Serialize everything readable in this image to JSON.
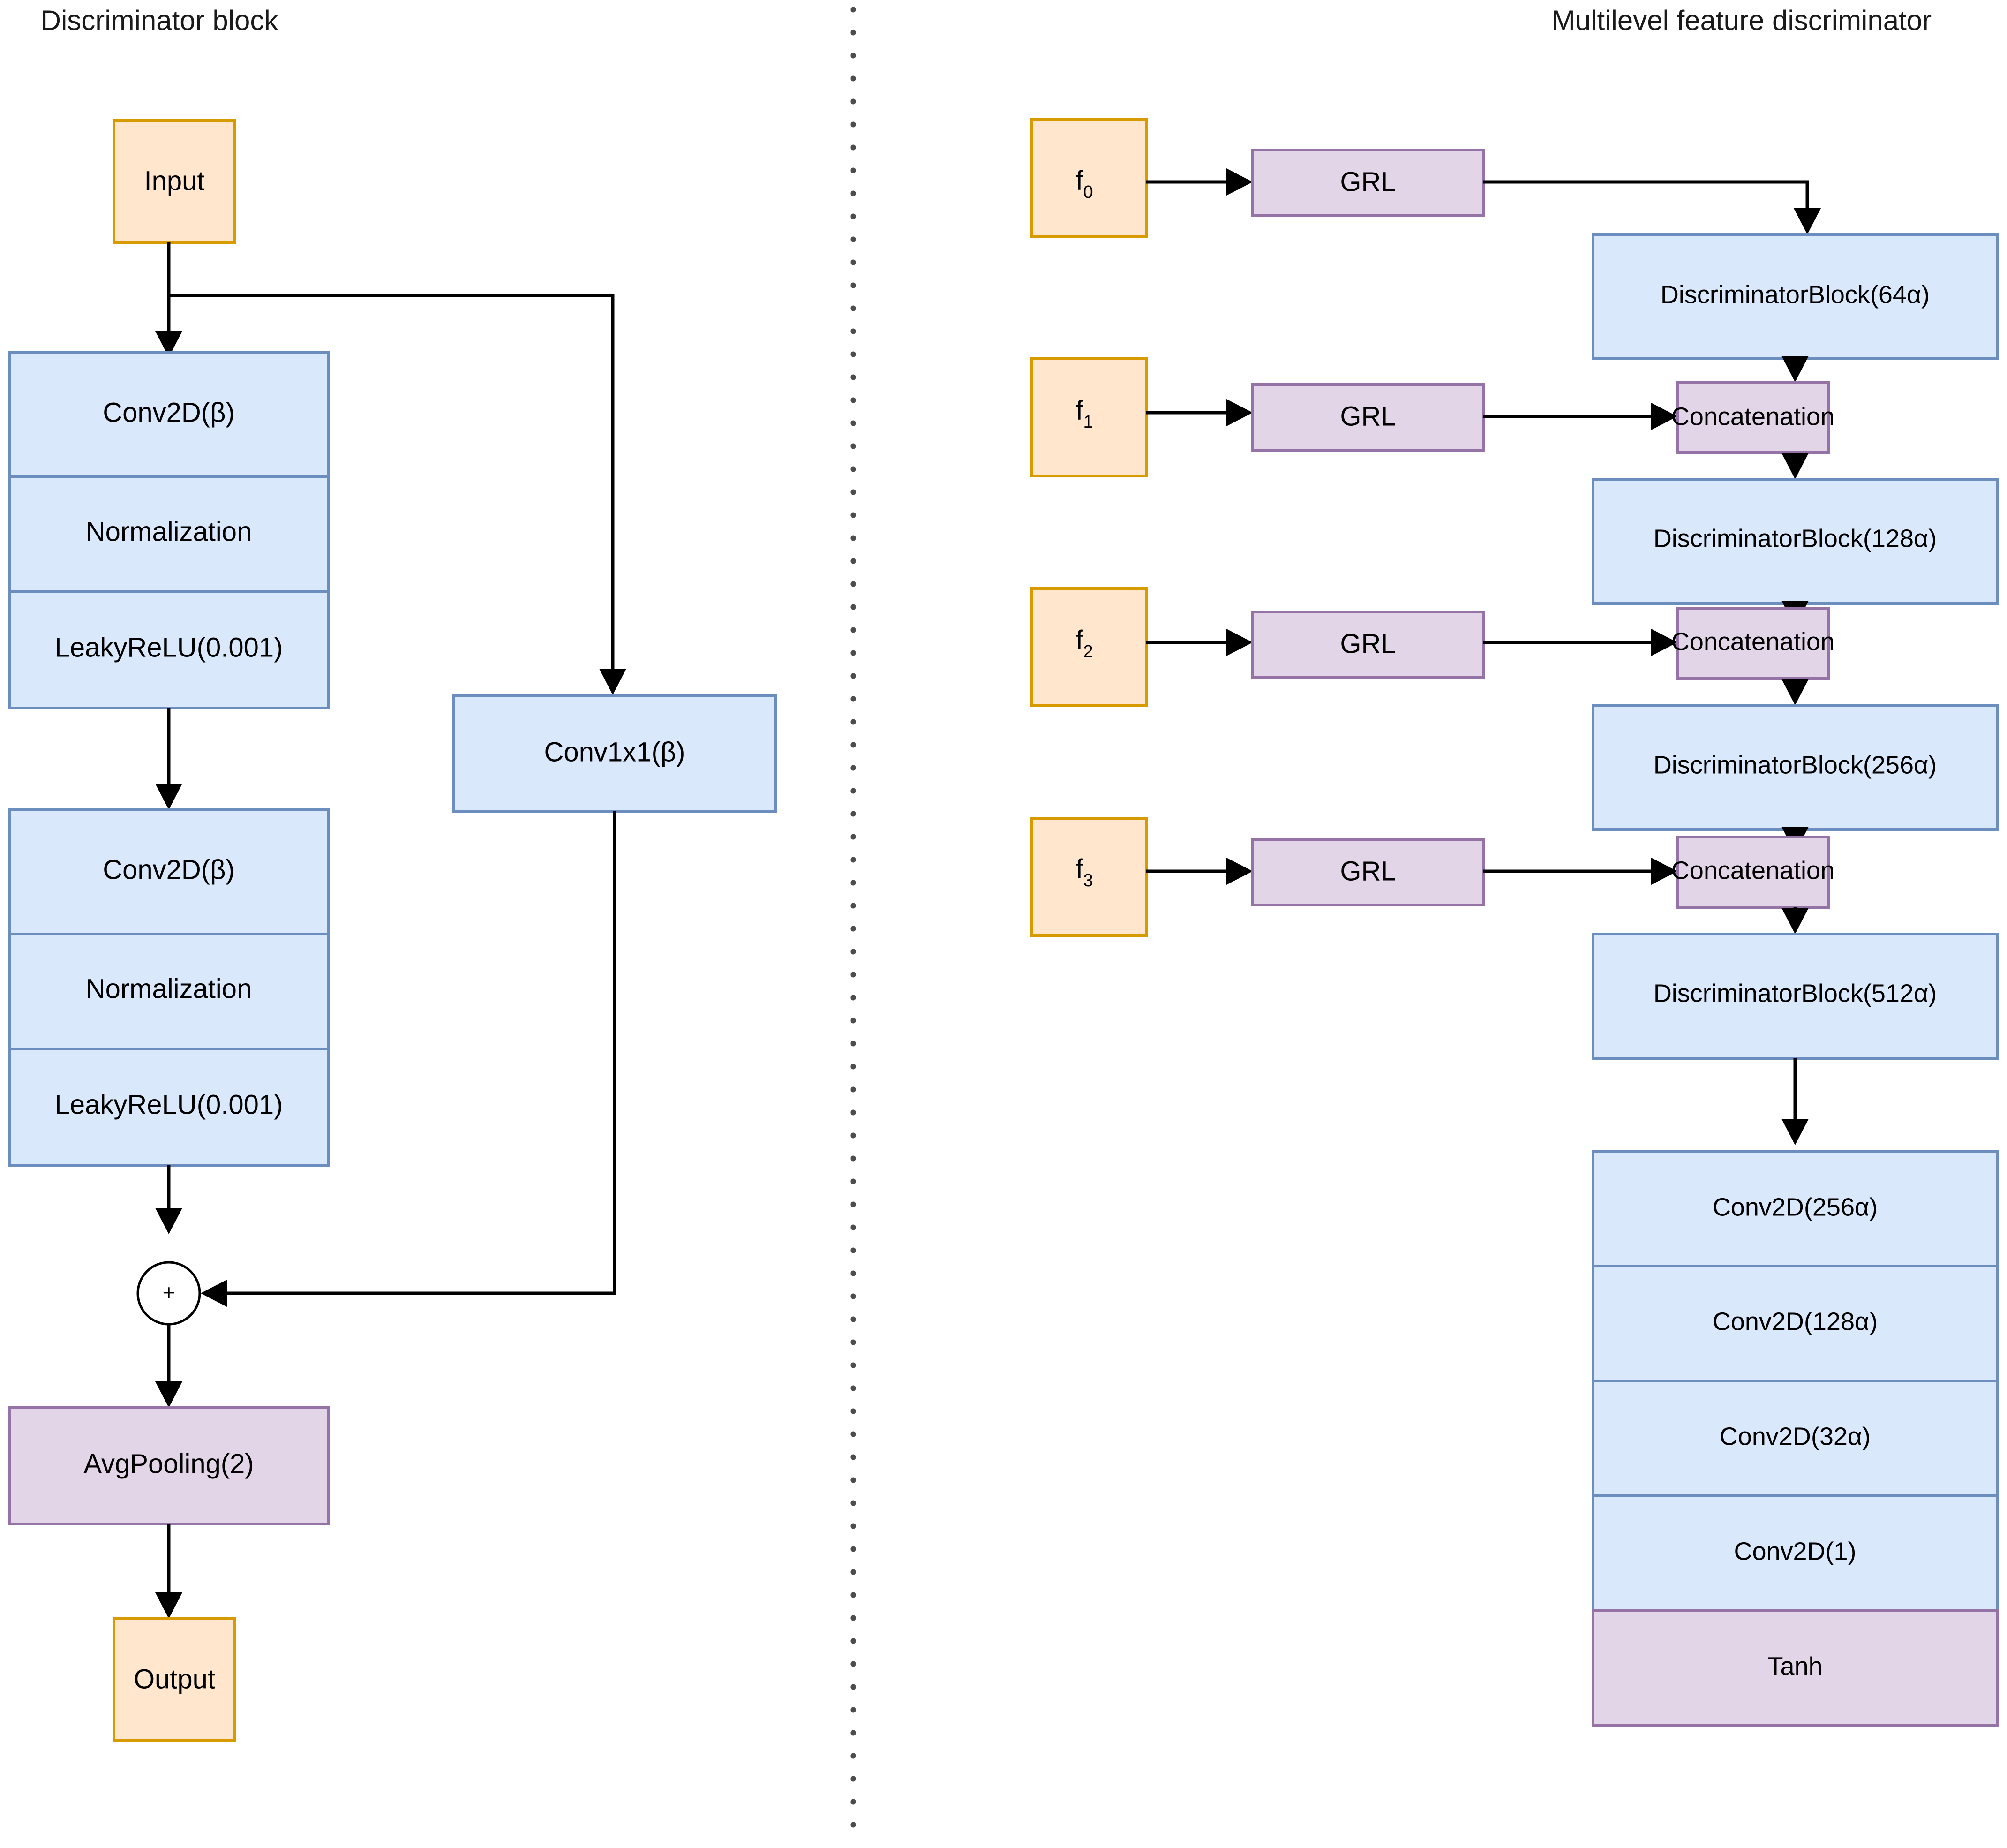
{
  "panels": {
    "left": {
      "title": "Discriminator block",
      "nodes": {
        "input": "Input",
        "conv_a": "Conv2D(β)",
        "norm_a": "Normalization",
        "act_a": "LeakyReLU(0.001)",
        "conv_b": "Conv2D(β)",
        "norm_b": "Normalization",
        "act_b": "LeakyReLU(0.001)",
        "skip_conv": "Conv1x1(β)",
        "add": "+",
        "pool": "AvgPooling(2)",
        "output": "Output"
      }
    },
    "right": {
      "title": "Multilevel feature discriminator",
      "features": [
        {
          "base": "f",
          "sub": "0"
        },
        {
          "base": "f",
          "sub": "1"
        },
        {
          "base": "f",
          "sub": "2"
        },
        {
          "base": "f",
          "sub": "3"
        }
      ],
      "grl_label": "GRL",
      "grls": [
        "GRL",
        "GRL",
        "GRL",
        "GRL"
      ],
      "concat_label": "Concatenation",
      "concats": [
        "Concatenation",
        "Concatenation",
        "Concatenation"
      ],
      "disc_blocks": [
        "DiscriminatorBlock(64α)",
        "DiscriminatorBlock(128α)",
        "DiscriminatorBlock(256α)",
        "DiscriminatorBlock(512α)"
      ],
      "head_stack": [
        "Conv2D(256α)",
        "Conv2D(128α)",
        "Conv2D(32α)",
        "Conv2D(1)",
        "Tanh"
      ]
    }
  },
  "colors": {
    "blue_fill": "#dae8fc",
    "blue_stroke": "#6c8ebf",
    "orange_fill": "#ffe6cc",
    "orange_stroke": "#d79b00",
    "purple_fill": "#e1d5e7",
    "purple_stroke": "#9673a6",
    "edge": "#000000",
    "divider": "#4d4d4d",
    "background": "#ffffff"
  }
}
